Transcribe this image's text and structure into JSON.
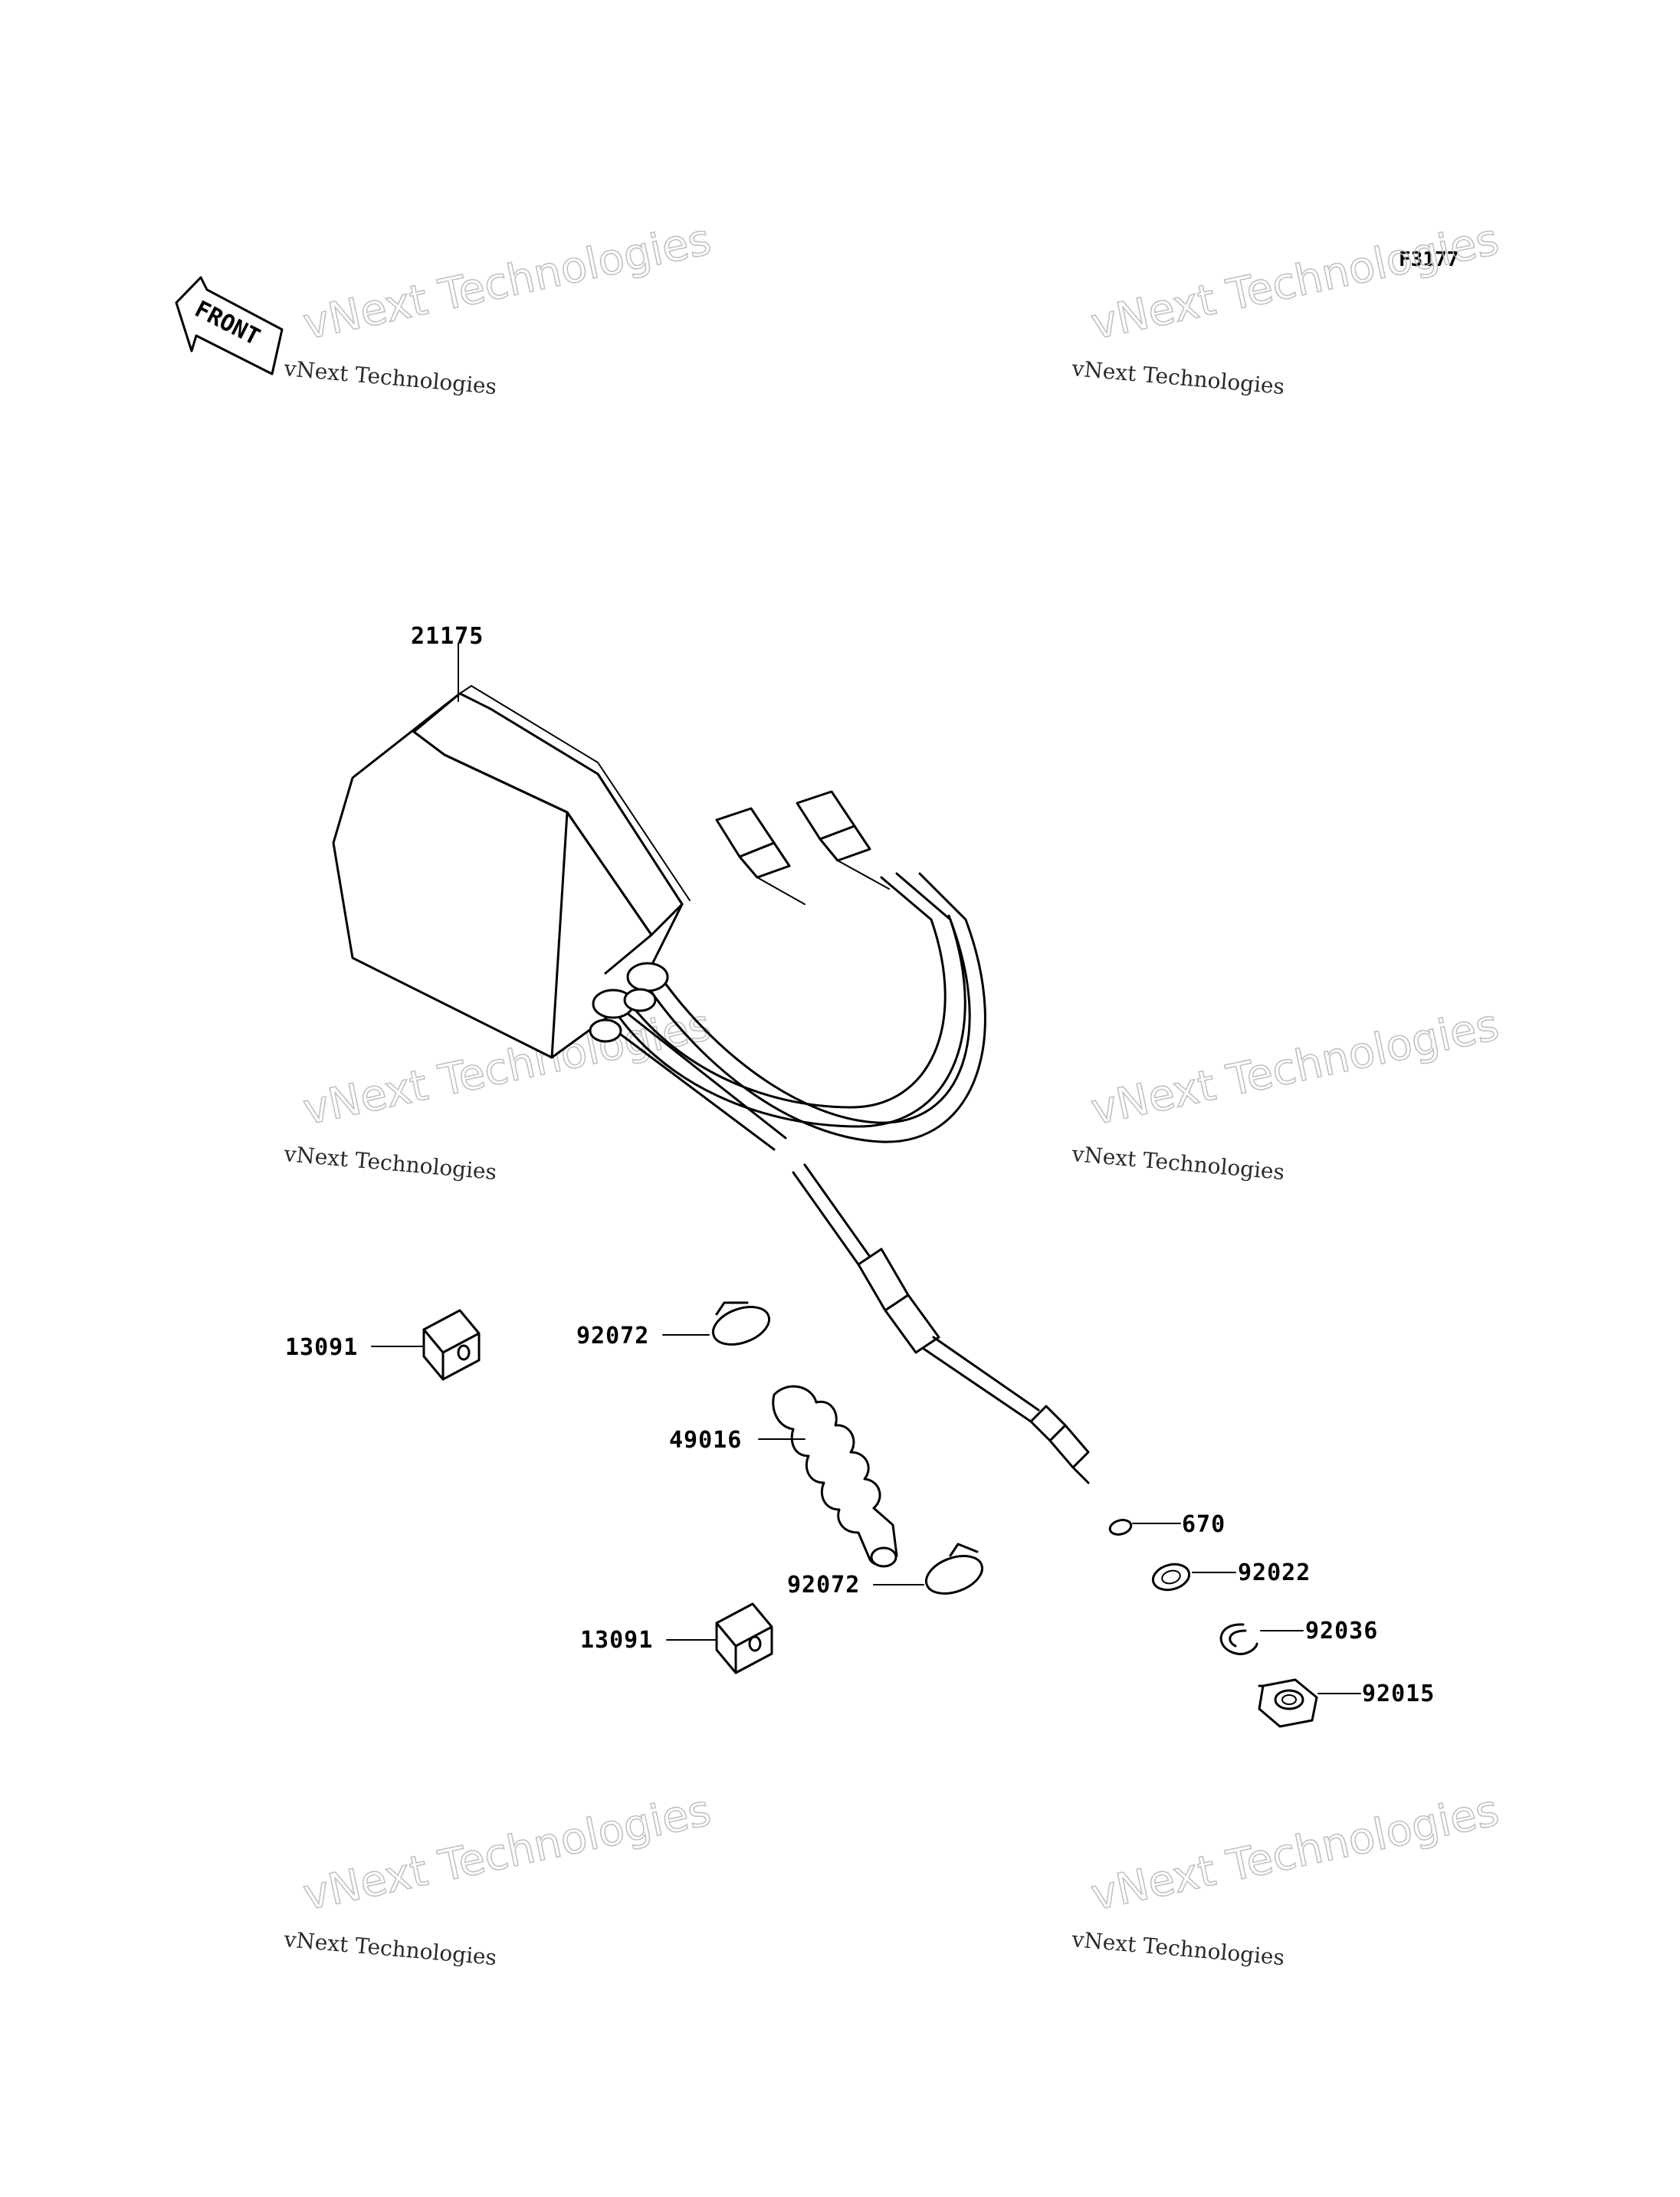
{
  "figure_code": "F3177",
  "front_arrow_label": "FRONT",
  "watermark": {
    "line_small": "vNext Technologies",
    "line_big": "vNext Technologies"
  },
  "parts": [
    {
      "id": "part-21175",
      "number": "21175"
    },
    {
      "id": "part-13091-a",
      "number": "13091"
    },
    {
      "id": "part-92072-a",
      "number": "92072"
    },
    {
      "id": "part-49016",
      "number": "49016"
    },
    {
      "id": "part-670",
      "number": "670"
    },
    {
      "id": "part-92022",
      "number": "92022"
    },
    {
      "id": "part-92072-b",
      "number": "92072"
    },
    {
      "id": "part-92036",
      "number": "92036"
    },
    {
      "id": "part-13091-b",
      "number": "13091"
    },
    {
      "id": "part-92015",
      "number": "92015"
    }
  ]
}
